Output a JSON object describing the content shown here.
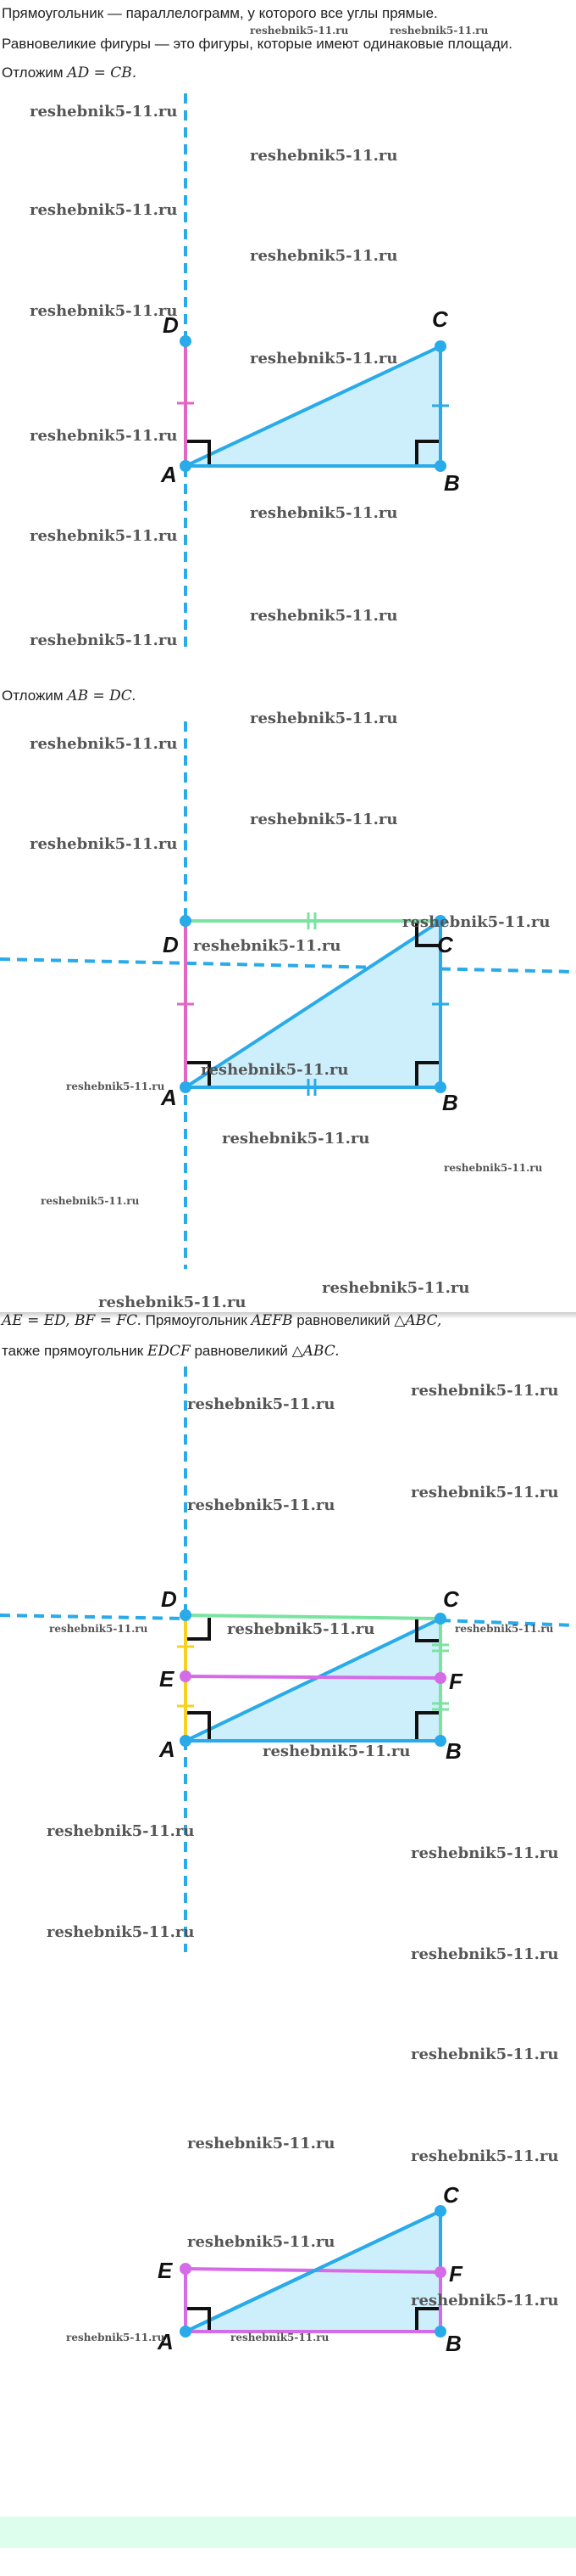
{
  "text": {
    "line1": "Прямоугольник — параллелограмм, у которого все углы прямые.",
    "line2": "Равновеликие фигуры — это фигуры, которые имеют одинаковые площади.",
    "step1_prefix": "Отложим ",
    "step1_math": "AD = CB.",
    "step2_prefix": "Отложим ",
    "step2_math": "AB = DC.",
    "step3_math1": "AE = ED,  BF = FC.",
    "step3_t1": " Прямоугольник ",
    "step3_math2": "AEFB",
    "step3_t2": " равновеликий ",
    "step3_math3": "△ABC,",
    "step4_t1": "также прямоугольник ",
    "step4_math1": "EDCF",
    "step4_t2": " равновеликий ",
    "step4_math2": "△ABC."
  },
  "watermark": "reshebnik5-11.ru",
  "labels": {
    "A": "A",
    "B": "B",
    "C": "C",
    "D": "D",
    "E": "E",
    "F": "F"
  },
  "colors": {
    "blue": "#29aae9",
    "fill": "#cdeefb",
    "pink": "#e267c0",
    "green": "#7be3a0",
    "yellow": "#f4d21f",
    "violet": "#d66be8",
    "footer": "#ddfded"
  }
}
